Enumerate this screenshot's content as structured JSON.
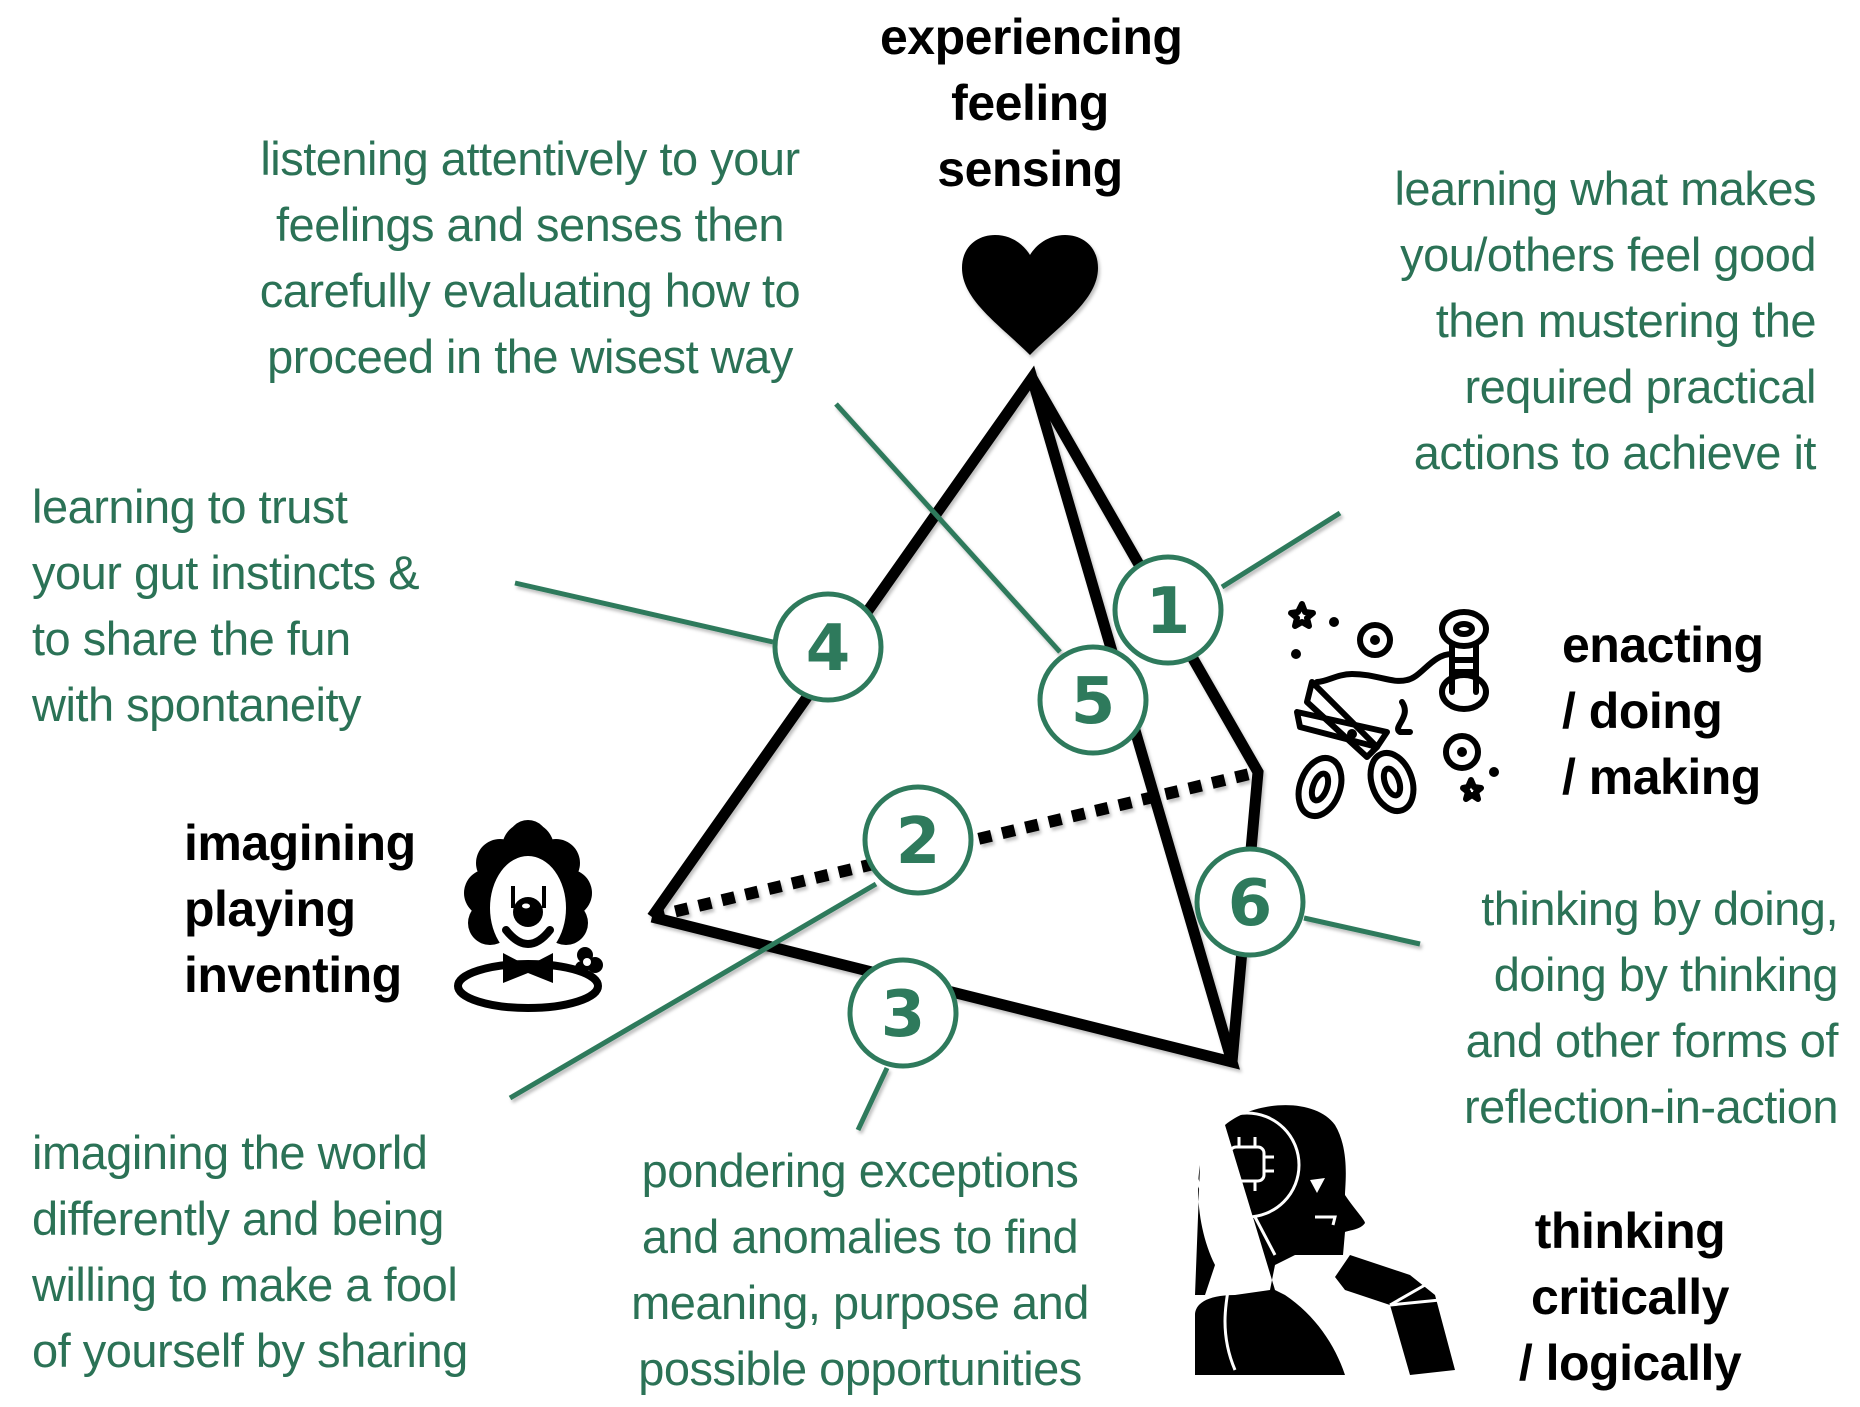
{
  "colors": {
    "accent_green": "#2e7a5c",
    "text_green": "#2b7256",
    "ink": "#000000",
    "background": "#ffffff"
  },
  "vertices": {
    "top": {
      "icon": "heart-icon",
      "lines": [
        "experiencing",
        "feeling",
        "sensing"
      ]
    },
    "left": {
      "icon": "clown-icon",
      "lines": [
        "imagining",
        "playing",
        "inventing"
      ]
    },
    "right": {
      "icon": "scissors-thread-icon",
      "lines": [
        "enacting",
        "/ doing",
        "/ making"
      ]
    },
    "bottom": {
      "icon": "robot-thinker-icon",
      "lines": [
        "thinking",
        "critically",
        "/ logically"
      ]
    }
  },
  "edges": [
    {
      "number": "1",
      "lines": [
        "learning what makes",
        "you/others feel good",
        "then mustering the",
        "required practical",
        "actions to achieve it"
      ]
    },
    {
      "number": "2",
      "lines": [
        "imagining the world",
        "differently and being",
        "willing to make a fool",
        "of yourself by sharing"
      ]
    },
    {
      "number": "3",
      "lines": [
        "pondering exceptions",
        "and anomalies to find",
        "meaning, purpose and",
        "possible opportunities"
      ]
    },
    {
      "number": "4",
      "lines": [
        "learning to trust",
        "your gut instincts &",
        "to share the fun",
        "with spontaneity"
      ]
    },
    {
      "number": "5",
      "lines": [
        "listening attentively to your",
        "feelings and senses then",
        "carefully evaluating how to",
        "proceed in the wisest way"
      ]
    },
    {
      "number": "6",
      "lines": [
        "thinking by doing,",
        "doing by thinking",
        "and other forms of",
        "reflection-in-action"
      ]
    }
  ]
}
